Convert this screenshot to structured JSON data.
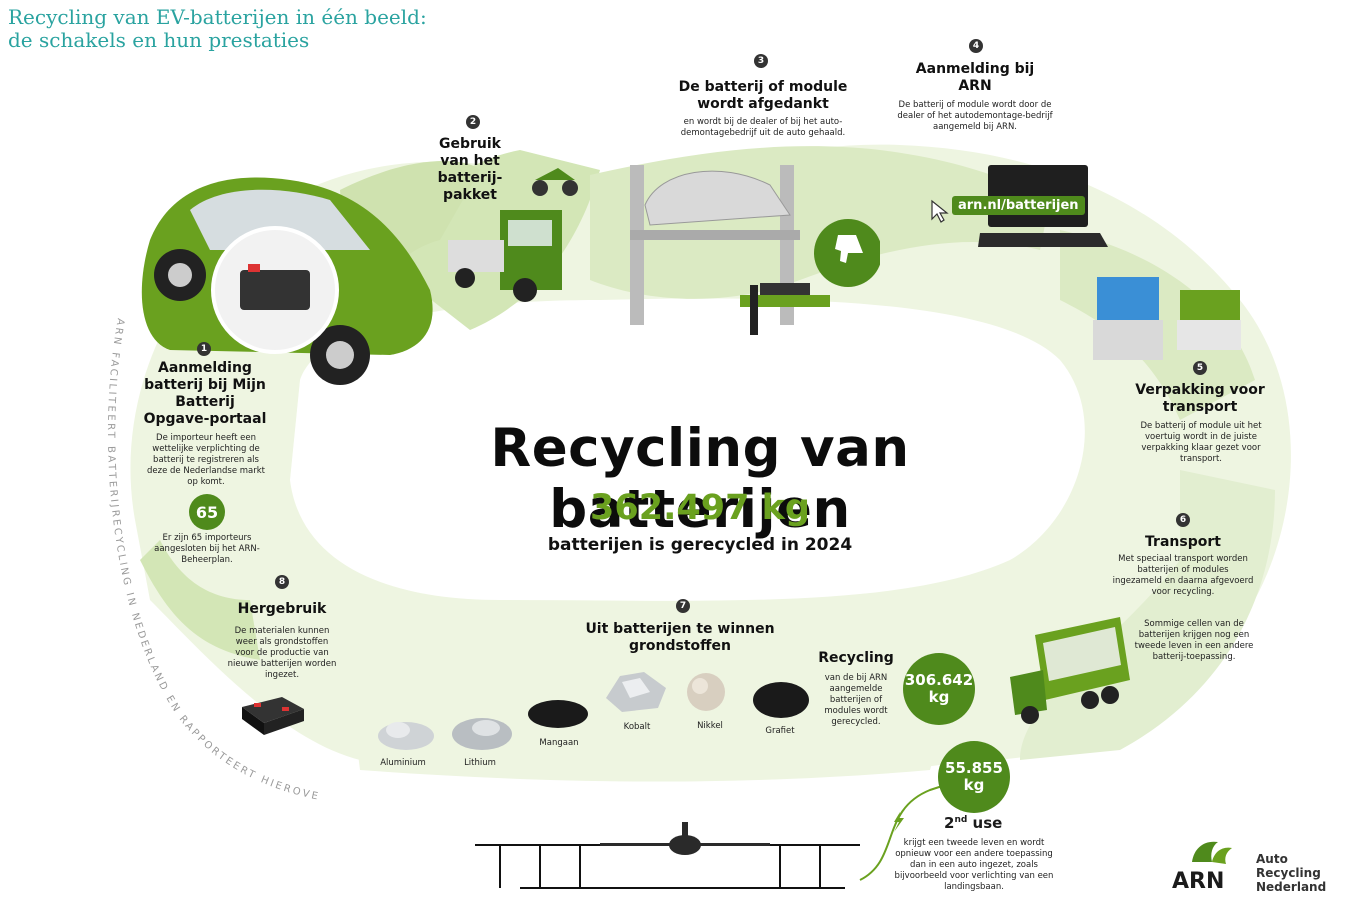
{
  "header": {
    "title_line1": "Recycling van EV-batterijen in één beeld:",
    "title_line2": "de schakels en hun prestaties"
  },
  "center": {
    "title": "Recycling van batterijen",
    "amount": "362.497 kg",
    "subtitle": "batterijen is gerecycled in 2024"
  },
  "steps": [
    {
      "num": "1",
      "title": "Aanmelding batterij bij Mijn Batterij Opgave-portaal",
      "text": "De importeur heeft een wettelijke verplichting de batterij te registreren als deze de Nederlandse markt op komt.",
      "stat": "65",
      "stat_text": "Er zijn 65 importeurs aangesloten bij het ARN-Beheerplan."
    },
    {
      "num": "2",
      "title": "Gebruik van het batterij-pakket"
    },
    {
      "num": "3",
      "title": "De batterij of module wordt afgedankt",
      "text": "en wordt bij de dealer of bij het auto-demontagebedrijf uit de auto gehaald."
    },
    {
      "num": "4",
      "title": "Aanmelding bij ARN",
      "text": "De batterij of module wordt door de dealer of het autodemontage-bedrijf aangemeld bij ARN.",
      "url": "arn.nl/batterijen"
    },
    {
      "num": "5",
      "title": "Verpakking voor transport",
      "text": "De batterij of module uit het voertuig wordt in de juiste verpakking klaar gezet voor transport."
    },
    {
      "num": "6",
      "title": "Transport",
      "text": "Met speciaal transport worden batterijen of modules ingezameld en daarna afgevoerd voor recycling.",
      "text2": "Sommige cellen van de batterijen krijgen nog een tweede leven in een andere batterij-toepassing."
    },
    {
      "num": "7",
      "title": "Uit batterijen te winnen grondstoffen",
      "materials": [
        "Aluminium",
        "Lithium",
        "Mangaan",
        "Kobalt",
        "Nikkel",
        "Grafiet"
      ]
    },
    {
      "num": "8",
      "title": "Hergebruik",
      "text": "De materialen kunnen weer als grondstoffen voor de productie van nieuwe batterijen worden ingezet."
    }
  ],
  "recycling": {
    "title": "Recycling",
    "text": "van de bij ARN aangemelde batterijen of modules wordt gerecycled.",
    "amount_line1": "306.642",
    "amount_line2": "kg"
  },
  "second_use": {
    "title": "2",
    "title_sup": "nd",
    "title_rest": " use",
    "amount_line1": "55.855",
    "amount_line2": "kg",
    "text": "krijgt een tweede leven en wordt opnieuw voor een andere toepassing dan in een auto ingezet, zoals bijvoorbeeld voor verlichting van een landingsbaan."
  },
  "arc_text": "ARN FACILITEERT BATTERIJRECYCLING IN NEDERLAND EN RAPPORTEERT HIEROVER",
  "logo": {
    "mark": "ARN",
    "line1": "Auto",
    "line2": "Recycling",
    "line3": "Nederland"
  },
  "colors": {
    "accent": "#4f8a1c",
    "light": "#e6f0d2",
    "teal": "#2aa3a0"
  }
}
